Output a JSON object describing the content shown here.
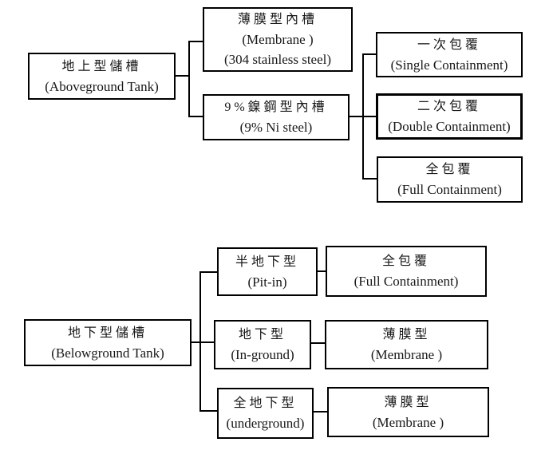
{
  "top_tree": {
    "root": {
      "zh": "地上型儲槽",
      "en": "(Aboveground Tank)"
    },
    "children": [
      {
        "zh": "薄膜型內槽",
        "en": "(Membrane )",
        "en2": "(304 stainless steel)"
      },
      {
        "zh": "9%鎳鋼型內槽",
        "en": "(9% Ni steel)"
      }
    ],
    "grandchildren": [
      {
        "zh": "一次包覆",
        "en": "(Single Containment)"
      },
      {
        "zh": "二次包覆",
        "en": "(Double Containment)"
      },
      {
        "zh": "全包覆",
        "en": "(Full Containment)"
      }
    ]
  },
  "bottom_tree": {
    "root": {
      "zh": "地下型儲槽",
      "en": "(Belowground Tank)"
    },
    "children": [
      {
        "zh": "半地下型",
        "en": "(Pit-in)"
      },
      {
        "zh": "地下型",
        "en": "(In-ground)"
      },
      {
        "zh": "全地下型",
        "en": "(underground)"
      }
    ],
    "leaves": [
      {
        "zh": "全包覆",
        "en": "(Full Containment)"
      },
      {
        "zh": "薄膜型",
        "en": "(Membrane )"
      },
      {
        "zh": "薄膜型",
        "en": "(Membrane )"
      }
    ]
  },
  "colors": {
    "line": "#000000",
    "background": "#ffffff",
    "border": "#000000"
  }
}
